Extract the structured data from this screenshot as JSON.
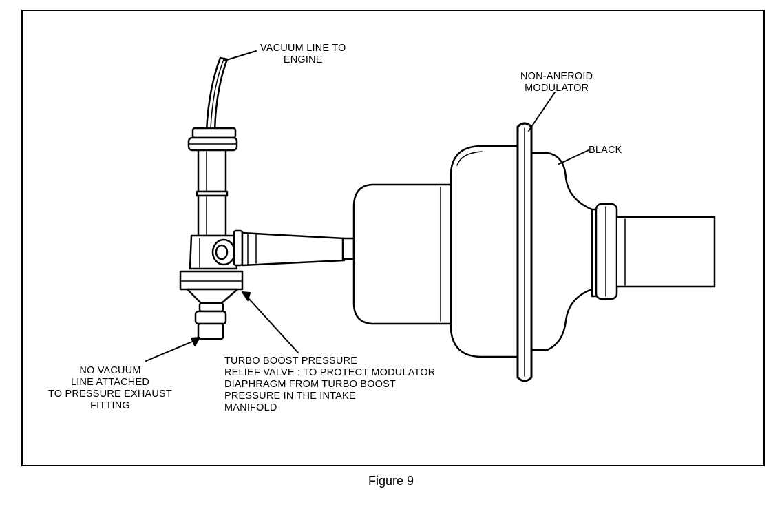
{
  "labels": {
    "vacuum_line": [
      "VACUUM LINE TO",
      "ENGINE"
    ],
    "non_aneroid": [
      "NON-ANEROID",
      "MODULATOR"
    ],
    "black": "BLACK",
    "no_vacuum": [
      "NO VACUUM",
      "LINE ATTACHED",
      "TO PRESSURE EXHAUST",
      "FITTING"
    ],
    "turbo_boost": [
      "TURBO BOOST PRESSURE",
      "RELIEF VALVE : TO PROTECT MODULATOR",
      "DIAPHRAGM FROM TURBO BOOST",
      "PRESSURE IN THE INTAKE",
      "MANIFOLD"
    ]
  },
  "caption": "Figure 9"
}
